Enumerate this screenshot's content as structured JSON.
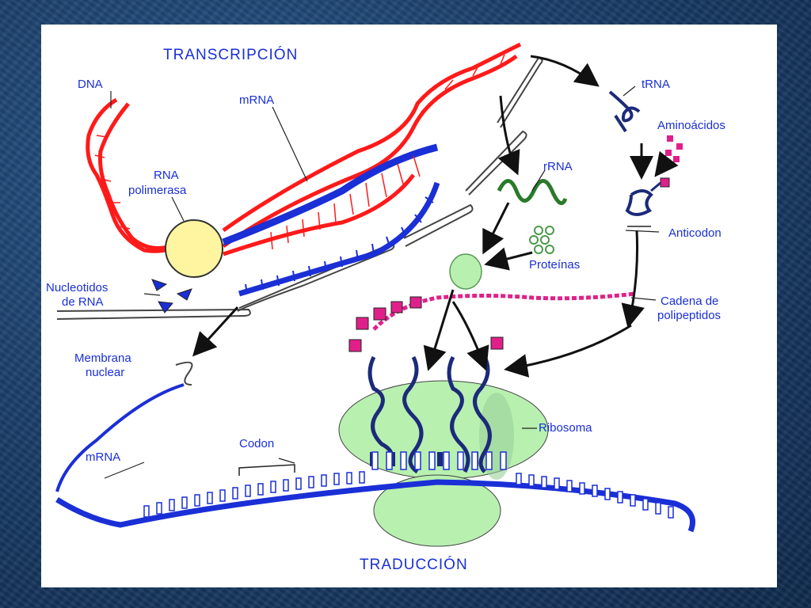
{
  "diagram": {
    "title_top": "TRANSCRIPCIÓN",
    "title_bottom": "TRADUCCIÓN",
    "labels": {
      "dna": "DNA",
      "mrna_top": "mRNA",
      "rna_polimerasa_1": "RNA",
      "rna_polimerasa_2": "polimerasa",
      "nucleotidos_1": "Nucleotidos",
      "nucleotidos_2": "de RNA",
      "membrana_1": "Membrana",
      "membrana_2": "nuclear",
      "mrna_bottom": "mRNA",
      "codon": "Codon",
      "trna": "tRNA",
      "aminoacidos": "Aminoácidos",
      "rrna": "rRNA",
      "anticodon": "Anticodon",
      "proteinas": "Proteínas",
      "cadena_1": "Cadena de",
      "cadena_2": "polipeptidos",
      "ribosoma": "Ribosoma"
    },
    "colors": {
      "dna": "#ff1a1a",
      "mrna": "#1a2fd6",
      "ribosome": "#b8f0b0",
      "polymerase": "#fff5a0",
      "trna": "#1c2a7a",
      "amino": "#e0208a",
      "rrna": "#2a7a2a",
      "label": "#1a2fd6"
    }
  }
}
